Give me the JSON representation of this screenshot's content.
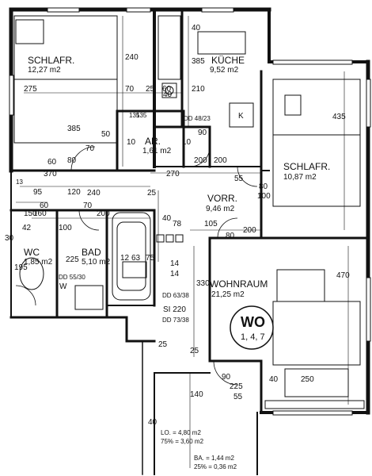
{
  "rooms": {
    "schlafr1": {
      "name": "SCHLAFR.",
      "area": "12,27 m2"
    },
    "kueche": {
      "name": "KÜCHE",
      "area": "9,52 m2"
    },
    "ar": {
      "name": "AR.",
      "area": "1,61 m2"
    },
    "schlafr2": {
      "name": "SCHLAFR.",
      "area": "10,87 m2"
    },
    "vorr": {
      "name": "VORR.",
      "area": "9,46 m2"
    },
    "wc": {
      "name": "WC",
      "area": "1,85 m2"
    },
    "bad": {
      "name": "BAD",
      "area": "5,10 m2"
    },
    "wohnraum": {
      "name": "WOHNRAUM",
      "area": "21,25 m2"
    }
  },
  "unit_badge": {
    "title": "WO",
    "number": "1, 4, 7"
  },
  "kitchen_marker": "K",
  "loggia": {
    "lo": "LO. = 4,80 m2",
    "lo_pct": "75% = 3,60 m2",
    "ba": "BA. = 1,44 m2",
    "ba_pct": "25% = 0,36 m2"
  },
  "ducts": {
    "dd1": "DD 48/23",
    "dd2": "DD 63/38",
    "dd3": "DD 73/38",
    "dd4": "DD 55/30",
    "si": "SI 220"
  },
  "fixtures": {
    "w": "W"
  },
  "dimensions": [
    {
      "id": "d1",
      "text": "40"
    },
    {
      "id": "d2",
      "text": "385"
    },
    {
      "id": "d3",
      "text": "240"
    },
    {
      "id": "d4",
      "text": "275"
    },
    {
      "id": "d5",
      "text": "70"
    },
    {
      "id": "d6",
      "text": "25"
    },
    {
      "id": "d7",
      "text": "60"
    },
    {
      "id": "d8",
      "text": "210"
    },
    {
      "id": "d9",
      "text": "385"
    },
    {
      "id": "d10",
      "text": "135"
    },
    {
      "id": "d11",
      "text": "135"
    },
    {
      "id": "d12",
      "text": "435"
    },
    {
      "id": "d13",
      "text": "50"
    },
    {
      "id": "d14",
      "text": "70"
    },
    {
      "id": "d15",
      "text": "90"
    },
    {
      "id": "d16",
      "text": "80"
    },
    {
      "id": "d17",
      "text": "200"
    },
    {
      "id": "d18",
      "text": "200"
    },
    {
      "id": "d19",
      "text": "370"
    },
    {
      "id": "d20",
      "text": "270"
    },
    {
      "id": "d21",
      "text": "240"
    },
    {
      "id": "d22",
      "text": "120"
    },
    {
      "id": "d23",
      "text": "95"
    },
    {
      "id": "d24",
      "text": "13"
    },
    {
      "id": "d25",
      "text": "60"
    },
    {
      "id": "d26",
      "text": "42"
    },
    {
      "id": "d27",
      "text": "100"
    },
    {
      "id": "d28",
      "text": "30"
    },
    {
      "id": "d29",
      "text": "195"
    },
    {
      "id": "d30",
      "text": "225"
    },
    {
      "id": "d31",
      "text": "70"
    },
    {
      "id": "d32",
      "text": "200"
    },
    {
      "id": "d33",
      "text": "12"
    },
    {
      "id": "d34",
      "text": "63"
    },
    {
      "id": "d35",
      "text": "75"
    },
    {
      "id": "d36",
      "text": "78"
    },
    {
      "id": "d37",
      "text": "105"
    },
    {
      "id": "d38",
      "text": "80"
    },
    {
      "id": "d39",
      "text": "200"
    },
    {
      "id": "d40",
      "text": "14"
    },
    {
      "id": "d41",
      "text": "14"
    },
    {
      "id": "d42",
      "text": "330"
    },
    {
      "id": "d43",
      "text": "470"
    },
    {
      "id": "d44",
      "text": "25"
    },
    {
      "id": "d45",
      "text": "40"
    },
    {
      "id": "d46",
      "text": "250"
    },
    {
      "id": "d47",
      "text": "90"
    },
    {
      "id": "d48",
      "text": "225"
    },
    {
      "id": "d49",
      "text": "55"
    },
    {
      "id": "d50",
      "text": "140"
    },
    {
      "id": "d51",
      "text": "40"
    },
    {
      "id": "d52",
      "text": "55"
    },
    {
      "id": "d53",
      "text": "80"
    },
    {
      "id": "d54",
      "text": "100"
    },
    {
      "id": "d55",
      "text": "40"
    },
    {
      "id": "d56",
      "text": "10"
    },
    {
      "id": "d57",
      "text": "10"
    },
    {
      "id": "d58",
      "text": "60"
    },
    {
      "id": "d59",
      "text": "40"
    },
    {
      "id": "d60",
      "text": "25"
    },
    {
      "id": "d61",
      "text": "150"
    },
    {
      "id": "d62",
      "text": "160"
    },
    {
      "id": "d63",
      "text": "25"
    }
  ]
}
